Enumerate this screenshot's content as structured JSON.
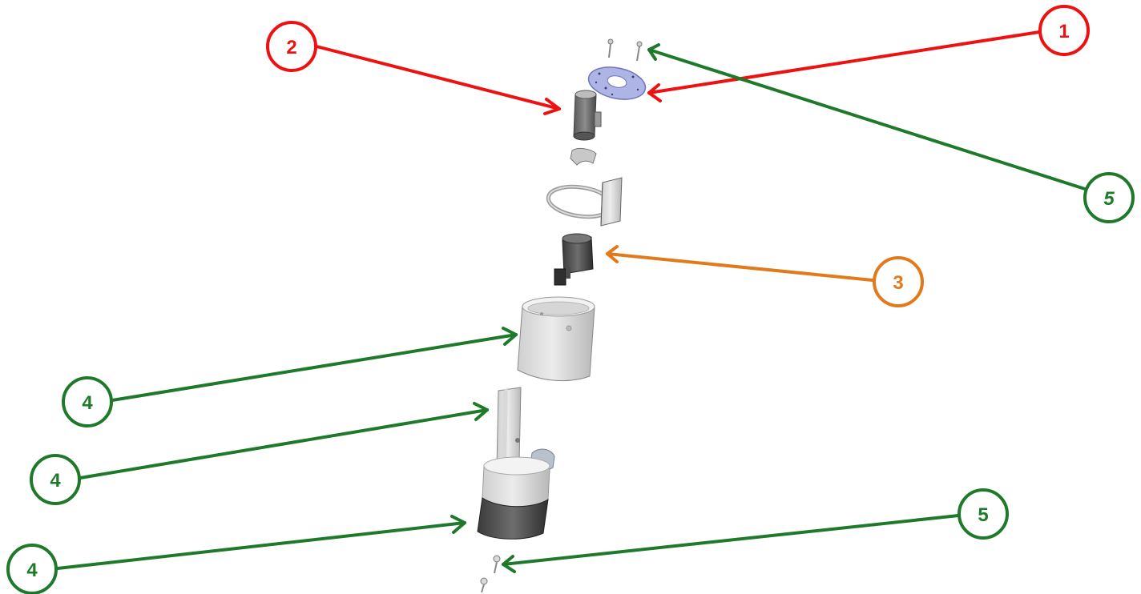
{
  "colors": {
    "red": "#ee1111",
    "green": "#1e7a2a",
    "orange": "#e07a1a"
  },
  "callouts": [
    {
      "id": "c1",
      "label": "1",
      "color": "red"
    },
    {
      "id": "c2",
      "label": "2",
      "color": "red"
    },
    {
      "id": "c3",
      "label": "3",
      "color": "orange"
    },
    {
      "id": "c4a",
      "label": "4",
      "color": "green"
    },
    {
      "id": "c4b",
      "label": "4",
      "color": "green"
    },
    {
      "id": "c4c",
      "label": "4",
      "color": "green"
    },
    {
      "id": "c5a",
      "label": "5",
      "color": "green"
    },
    {
      "id": "c5b",
      "label": "5",
      "color": "green"
    }
  ],
  "parts": [
    "screw-top-left-icon",
    "screw-top-right-icon",
    "circuit-board-plate-icon",
    "motor-cylinder-icon",
    "clip-bracket-icon",
    "ring-mount-icon",
    "actuator-block-icon",
    "upper-housing-icon",
    "side-cover-icon",
    "base-housing-icon",
    "screw-bottom-icon"
  ]
}
